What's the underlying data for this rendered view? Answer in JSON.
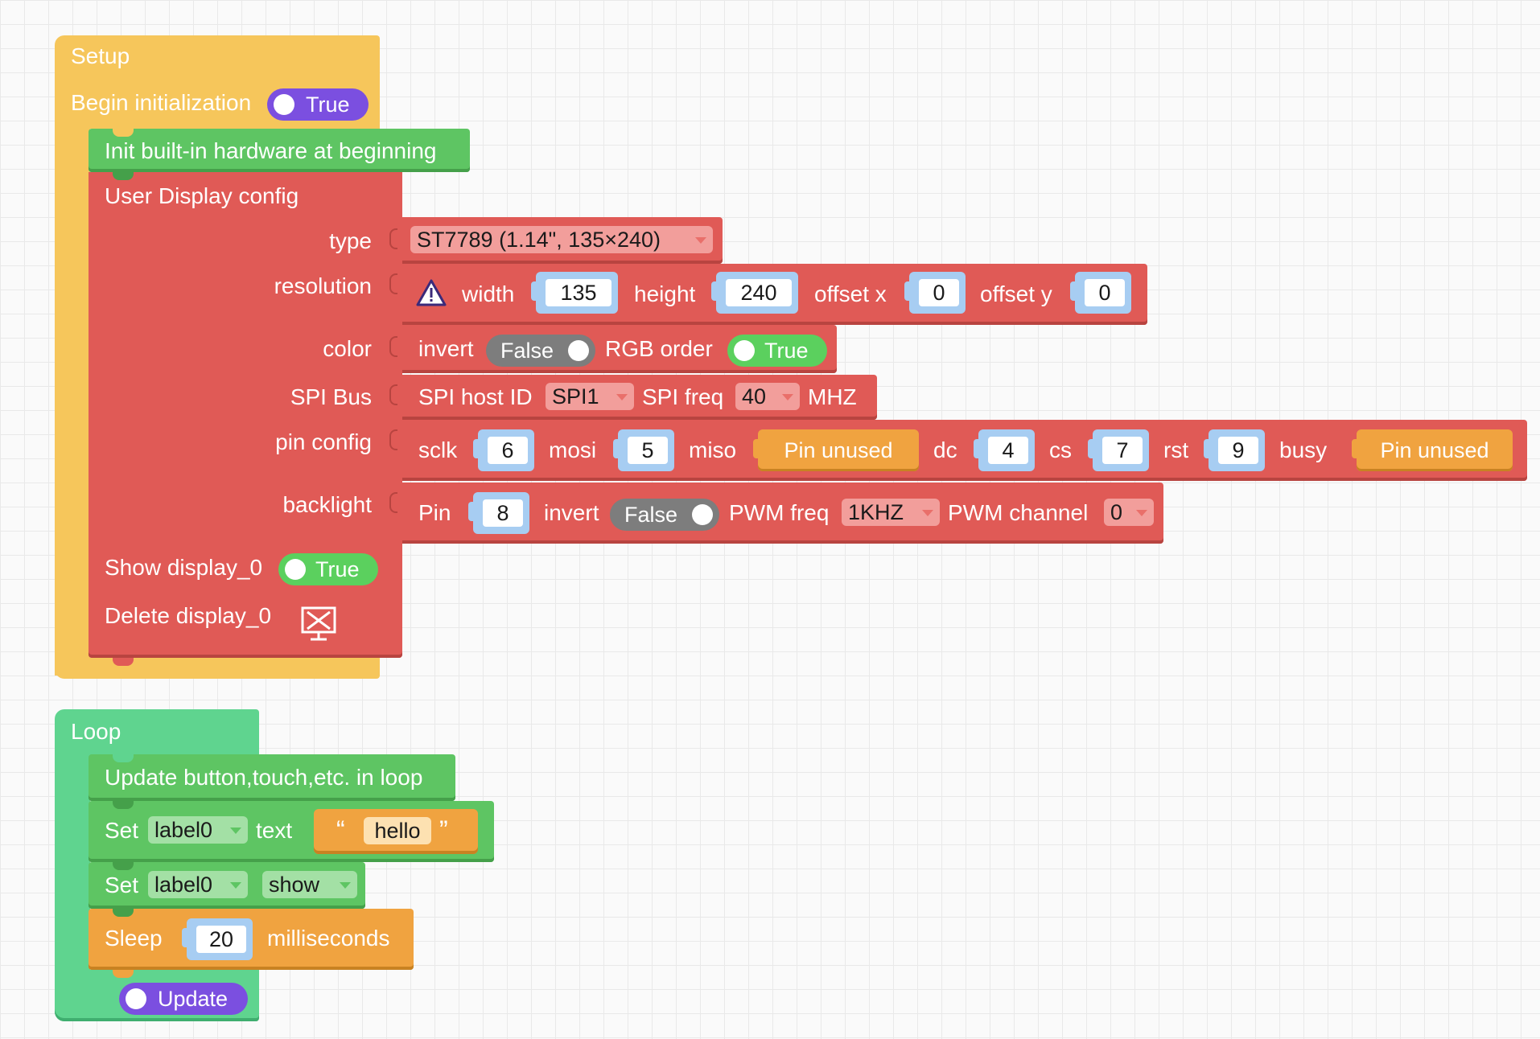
{
  "setup": {
    "title": "Setup",
    "begin_label": "Begin initialization",
    "begin_toggle": "True",
    "init_hw_label": "Init built-in hardware at beginning",
    "display_config": {
      "title": "User Display config",
      "type_label": "type",
      "type_value": "ST7789 (1.14\", 135×240)",
      "resolution_label": "resolution",
      "width_label": "width",
      "width_value": "135",
      "height_label": "height",
      "height_value": "240",
      "offset_x_label": "offset x",
      "offset_x_value": "0",
      "offset_y_label": "offset y",
      "offset_y_value": "0",
      "color_label": "color",
      "invert_label": "invert",
      "invert_value": "False",
      "rgb_order_label": "RGB order",
      "rgb_order_value": "True",
      "spi_bus_label": "SPI Bus",
      "spi_host_label": "SPI host ID",
      "spi_host_value": "SPI1",
      "spi_freq_label": "SPI freq",
      "spi_freq_value": "40",
      "spi_freq_unit": "MHZ",
      "pin_config_label": "pin config",
      "sclk_label": "sclk",
      "sclk_value": "6",
      "mosi_label": "mosi",
      "mosi_value": "5",
      "miso_label": "miso",
      "miso_value": "Pin unused",
      "dc_label": "dc",
      "dc_value": "4",
      "cs_label": "cs",
      "cs_value": "7",
      "rst_label": "rst",
      "rst_value": "9",
      "busy_label": "busy",
      "busy_value": "Pin unused",
      "backlight_label": "backlight",
      "bl_pin_label": "Pin",
      "bl_pin_value": "8",
      "bl_invert_label": "invert",
      "bl_invert_value": "False",
      "pwm_freq_label": "PWM freq",
      "pwm_freq_value": "1KHZ",
      "pwm_channel_label": "PWM channel",
      "pwm_channel_value": "0",
      "show_label": "Show display_0",
      "show_value": "True",
      "delete_label": "Delete display_0"
    }
  },
  "loop": {
    "title": "Loop",
    "update_label": "Update button,touch,etc. in loop",
    "set1_label": "Set",
    "set1_target": "label0",
    "set1_prop": "text",
    "set1_text_open": "“",
    "set1_text_value": "hello",
    "set1_text_close": "”",
    "set2_label": "Set",
    "set2_target": "label0",
    "set2_value": "show",
    "sleep_label": "Sleep",
    "sleep_value": "20",
    "sleep_unit": "milliseconds",
    "update_toggle": "Update"
  },
  "colors": {
    "setup": "#f6c65b",
    "display": "#e05a56",
    "init": "#5ec563",
    "loop": "#5fd48f",
    "sleep": "#f0a340",
    "toggle_purple": "#7b4fe0",
    "number_field": "#a7cdf2"
  },
  "icons": {
    "warning": "warning-icon",
    "delete": "display-delete-icon"
  }
}
